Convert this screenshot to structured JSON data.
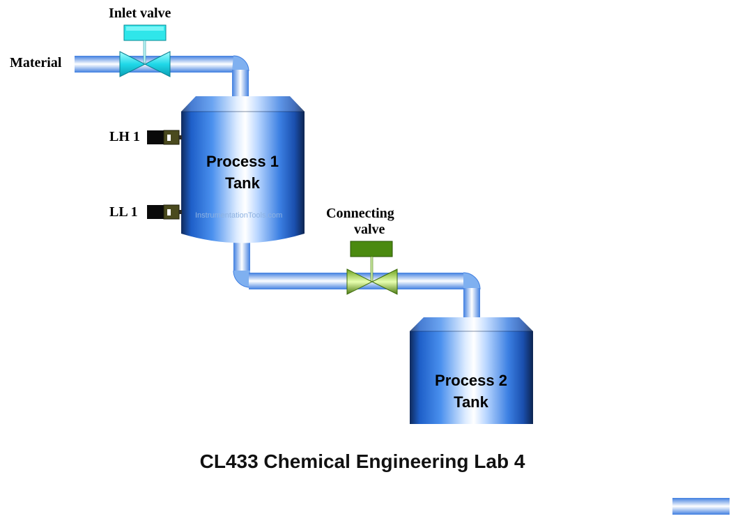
{
  "labels": {
    "material": "Material",
    "inlet_valve": "Inlet valve",
    "connecting_valve_line1": "Connecting",
    "connecting_valve_line2": "valve",
    "lh1": "LH 1",
    "ll1": "LL 1"
  },
  "tanks": [
    {
      "line1": "Process 1",
      "line2": "Tank"
    },
    {
      "line1": "Process 2",
      "line2": "Tank"
    }
  ],
  "watermark": "InstrumentationTools.com",
  "title": "CL433 Chemical Engineering Lab 4",
  "colors": {
    "pipe_light": "#ffffff",
    "pipe_dark": "#4a86e8",
    "tank_edge": "#12306a",
    "tank_mid": "#3a7de0",
    "inlet_valve": "#2ee6e6",
    "connecting_valve": "#4f8a10"
  }
}
